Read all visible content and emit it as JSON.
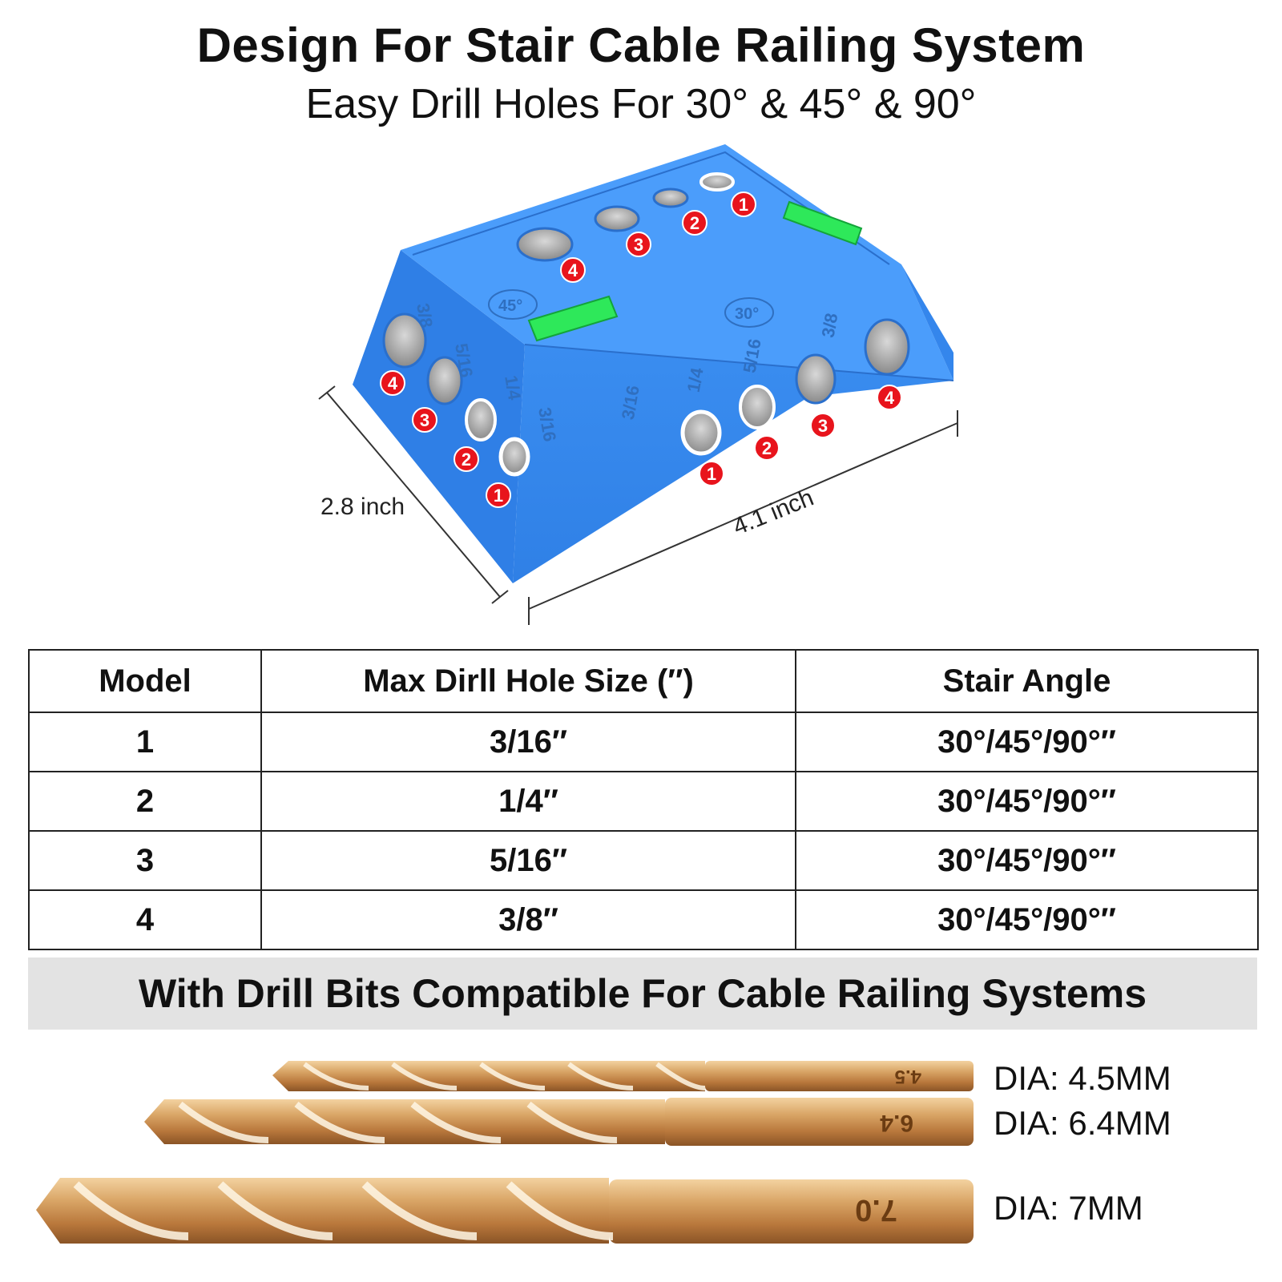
{
  "header": {
    "title": "Design For Stair Cable Railing System",
    "subtitle": "Easy Drill Holes For 30° & 45° & 90°"
  },
  "product": {
    "dimensions": {
      "depth": "2.8 inch",
      "width": "4.1 inch"
    },
    "angle_marks": [
      "45°",
      "30°"
    ],
    "hole_size_marks": [
      "3/16",
      "1/4",
      "5/16",
      "3/8"
    ],
    "hole_numbers": [
      "1",
      "2",
      "3",
      "4"
    ],
    "colors": {
      "body": "#3b8ff3",
      "body_top": "#4da0ff",
      "badge": "#e8141c",
      "level": "#2ee85a"
    }
  },
  "table": {
    "headers": [
      "Model",
      "Max Dirll Hole Size (″)",
      "Stair Angle"
    ],
    "rows": [
      [
        "1",
        "3/16″",
        "30°/45°/90°″"
      ],
      [
        "2",
        "1/4″",
        "30°/45°/90°″"
      ],
      [
        "3",
        "5/16″",
        "30°/45°/90°″"
      ],
      [
        "4",
        "3/8″",
        "30°/45°/90°″"
      ]
    ]
  },
  "banner": {
    "text": "With Drill Bits Compatible For Cable Railing Systems"
  },
  "drill_bits": [
    {
      "marking": "4.5",
      "label": "DIA: 4.5MM"
    },
    {
      "marking": "6.4",
      "label": "DIA: 6.4MM"
    },
    {
      "marking": "7.0",
      "label": "DIA: 7MM"
    }
  ]
}
